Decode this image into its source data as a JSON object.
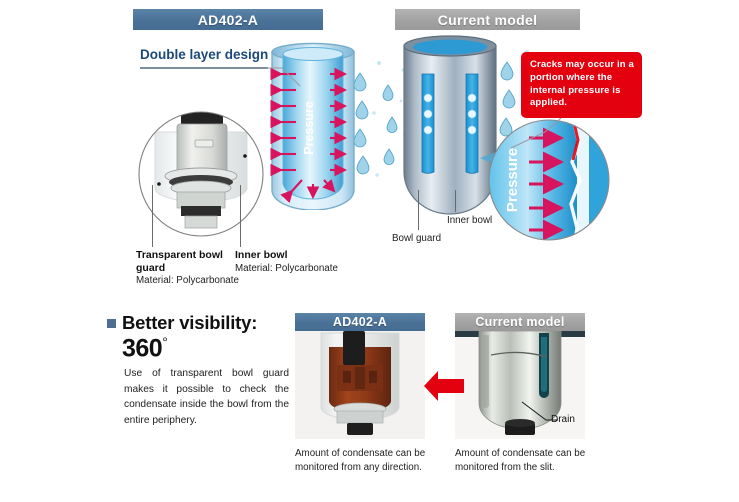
{
  "top_section": {
    "headers": {
      "ad402": "AD402-A",
      "current": "Current model"
    },
    "callouts": {
      "double_layer": "Double layer design",
      "crack_warning": "Cracks may occur in a portion where the internal pressure is applied."
    },
    "pressure_label": "Pressure",
    "ad402_labels": {
      "transparent_bowl_guard": "Transparent bowl guard",
      "transparent_bowl_guard_material": "Material: Polycarbonate",
      "inner_bowl": "Inner bowl",
      "inner_bowl_material": "Material: Polycarbonate"
    },
    "current_labels": {
      "inner_bowl": "Inner bowl",
      "bowl_guard": "Bowl guard"
    }
  },
  "bottom_section": {
    "title": "Better visibility:",
    "figure": "360",
    "degree": "°",
    "body": "Use of transparent bowl guard makes it possible to check the condensate inside the bowl from the entire periphery.",
    "headers": {
      "ad402": "AD402-A",
      "current": "Current model"
    },
    "captions": {
      "ad402": "Amount of condensate can be monitored from any direction.",
      "current": "Amount of condensate can be monitored from the slit."
    },
    "drain_label": "Drain"
  },
  "colors": {
    "header_blue": "#4a7197",
    "header_gray": "#a2a2a2",
    "alert_red": "#e3000f",
    "arrow_pink": "#d6155e",
    "label_navy": "#1b4a7a",
    "bullet_blue": "#4d6f91"
  }
}
